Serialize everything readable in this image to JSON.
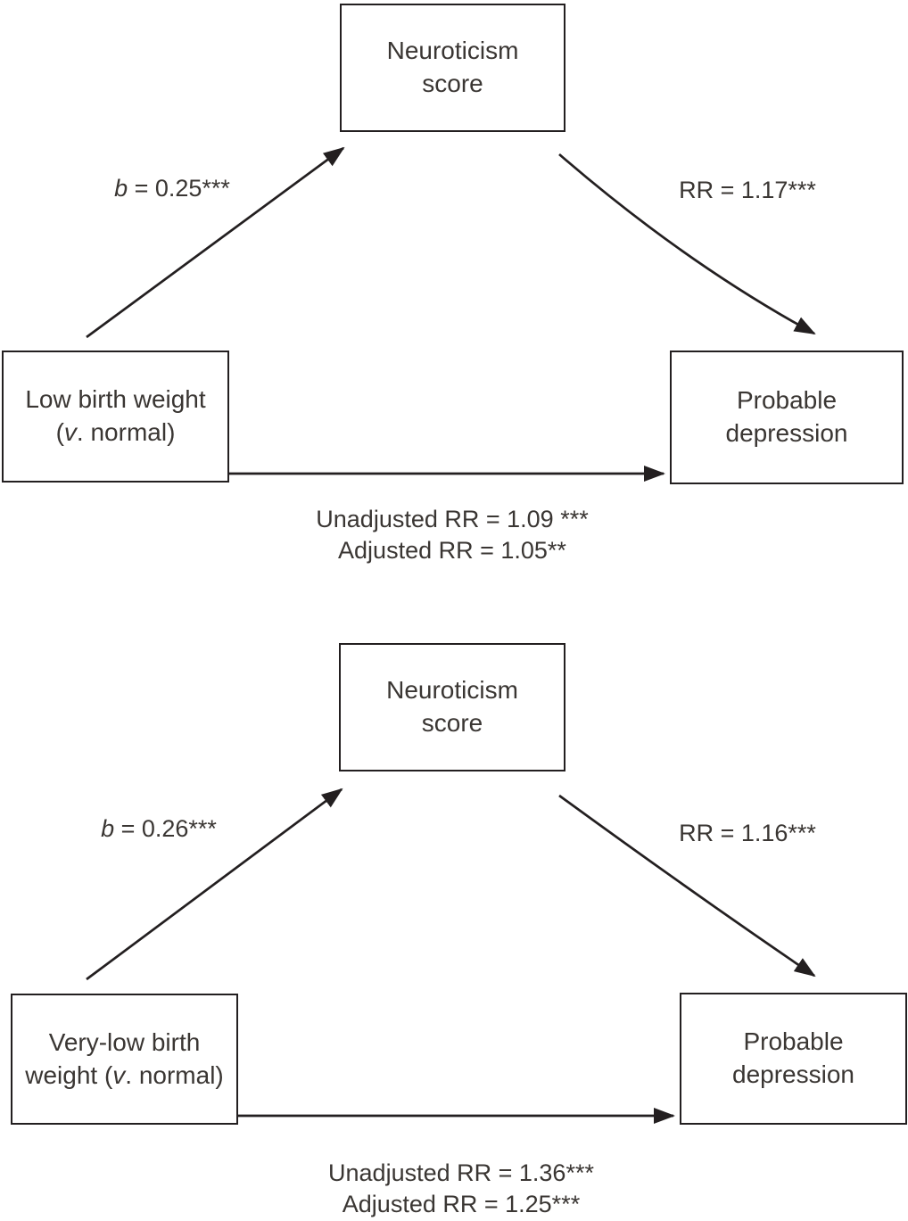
{
  "colors": {
    "background": "#ffffff",
    "line": "#231f20",
    "box_border": "#231f20",
    "text": "#3a3633"
  },
  "diagrams": [
    {
      "id": "low-birth-weight-mediation",
      "mediator": {
        "line1": "Neuroticism",
        "line2": "score"
      },
      "predictor": {
        "line1": "Low birth weight",
        "line2_pre": "(",
        "line2_italic": "v",
        "line2_post": ". normal)"
      },
      "outcome": {
        "line1": "Probable",
        "line2": "depression"
      },
      "path_a": {
        "italic": "b",
        "text": " = 0.25***"
      },
      "path_b": "RR = 1.17***",
      "direct_path": {
        "unadjusted": "Unadjusted RR = 1.09 ***",
        "adjusted": "Adjusted RR = 1.05**"
      }
    },
    {
      "id": "very-low-birth-weight-mediation",
      "mediator": {
        "line1": "Neuroticism",
        "line2": "score"
      },
      "predictor": {
        "line1": "Very-low birth",
        "line2_pre": "weight (",
        "line2_italic": "v",
        "line2_post": ". normal)"
      },
      "outcome": {
        "line1": "Probable",
        "line2": "depression"
      },
      "path_a": {
        "italic": "b",
        "text": " = 0.26***"
      },
      "path_b": "RR = 1.16***",
      "direct_path": {
        "unadjusted": "Unadjusted RR = 1.36***",
        "adjusted": "Adjusted RR = 1.25***"
      }
    }
  ]
}
